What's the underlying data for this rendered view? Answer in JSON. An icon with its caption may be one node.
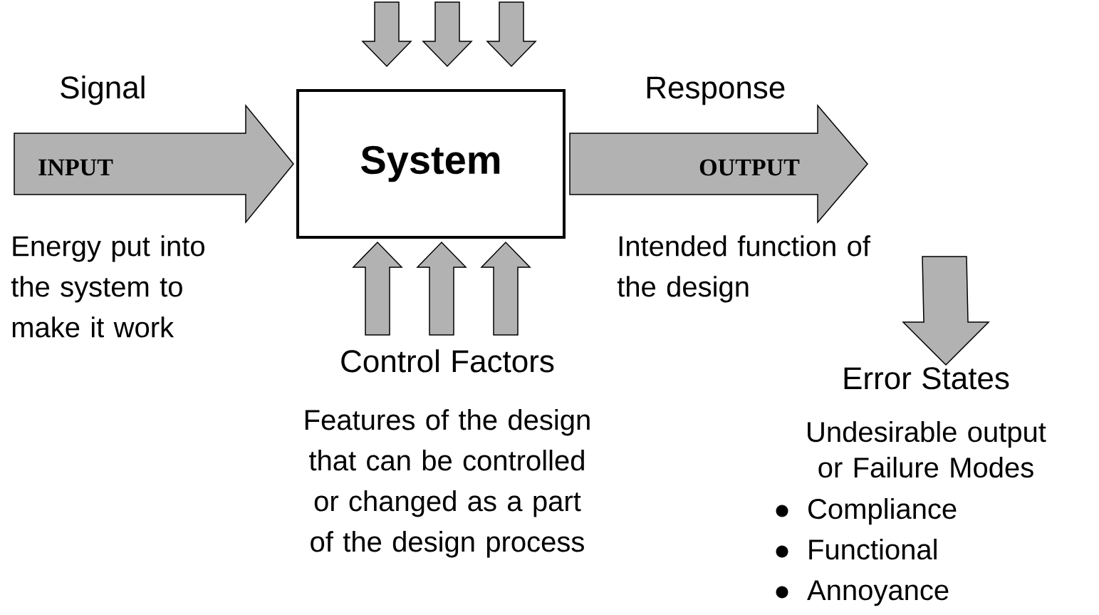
{
  "diagram": {
    "nodes": [
      {
        "text": [
          "System"
        ]
      },
      {
        "text": [
          "Control Factors",
          "Features of the design that can be controlled or changed as a part of the design process"
        ]
      },
      {
        "text": [
          "Error States",
          "Undesirable output or Failure Modes",
          "Compliance",
          "Functional",
          "Annoyance"
        ]
      }
    ],
    "edges": [
      {
        "from": null,
        "to": 0,
        "arrow": "to",
        "label": "INPUT"
      },
      {
        "from": 0,
        "to": null,
        "arrow": "to",
        "label": "OUTPUT"
      },
      {
        "from": null,
        "to": 0,
        "arrow": "to"
      },
      {
        "from": null,
        "to": 0,
        "arrow": "to"
      },
      {
        "from": null,
        "to": 0,
        "arrow": "to"
      },
      {
        "from": 1,
        "to": 0,
        "arrow": "to"
      },
      {
        "from": 1,
        "to": 0,
        "arrow": "to"
      },
      {
        "from": 1,
        "to": 0,
        "arrow": "to"
      },
      {
        "from": null,
        "to": 2,
        "arrow": "to"
      }
    ],
    "labels": [
      "Signal",
      "Energy put into the system to make it work",
      "Response",
      "Intended function of the design"
    ]
  }
}
